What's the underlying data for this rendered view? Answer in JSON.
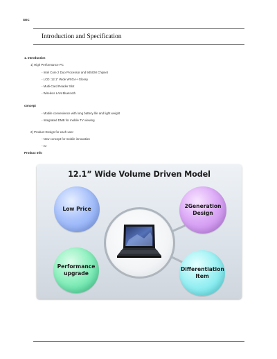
{
  "header": {
    "brand": "SEC"
  },
  "section": {
    "title": "Introduction and Specification"
  },
  "content": {
    "intro_heading": "1. Introduction",
    "sub1": "1) High Performance PC",
    "item1": "- Intel Core 2 Duo Processor and 945GM Chipset",
    "item2": "- LCD: 12.1\" Wide WXGA+ Glossy",
    "item3": "- Multi-Card Reader Slot",
    "item4": "- Wireless LAN   Bluetooth",
    "label2": "concept",
    "item5": "- Mobile convenience with long battery life and light weight",
    "item6": "- Integrated DMB for mobile TV viewing",
    "sub2": "2) Product Design for each user",
    "item7": "- New concept for mobile innovation",
    "item8": "- ez",
    "label3": "Product Info"
  },
  "banner": {
    "title": "12.1” Wide Volume Driven Model",
    "bubbles": {
      "low_price": "Low Price",
      "second_gen": "2Generation Design",
      "performance": "Performance upgrade",
      "differentiation": "Differentiation Item"
    },
    "center_icon": "laptop-icon"
  }
}
